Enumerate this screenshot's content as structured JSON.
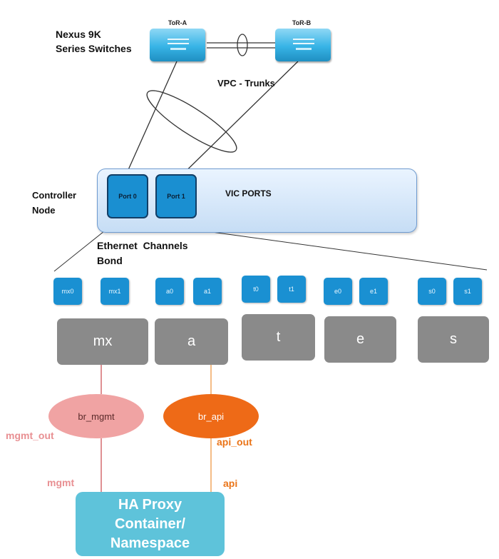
{
  "switch_group_label": [
    "Nexus 9K",
    "Series Switches"
  ],
  "switches": [
    {
      "name": "ToR-A"
    },
    {
      "name": "ToR-B"
    }
  ],
  "vpc_label": "VPC - Trunks",
  "controller_label": [
    "Controller",
    "Node"
  ],
  "controller": {
    "title": "VIC PORTS",
    "ports": [
      "Port 0",
      "Port 1"
    ]
  },
  "ether_label": [
    "Ethernet  Channels",
    "Bond"
  ],
  "nics": [
    "mx0",
    "mx1",
    "a0",
    "a1",
    "t0",
    "t1",
    "e0",
    "e1",
    "s0",
    "s1"
  ],
  "bonds": [
    "mx",
    "a",
    "t",
    "e",
    "s"
  ],
  "bridges": {
    "mgmt": "br_mgmt",
    "api": "br_api"
  },
  "veth": {
    "mgmt_out": "mgmt_out",
    "api_out": "api_out",
    "mgmt": "mgmt",
    "api": "api"
  },
  "haproxy": [
    "HA Proxy",
    "Container/",
    "Namespace"
  ],
  "colors": {
    "switch_blue": "#37b4e6",
    "port_blue": "#1a90d2",
    "bond_gray": "#8a8a8a",
    "mgmt_pink": "#f0a3a3",
    "api_orange": "#ee6a17",
    "haproxy_teal": "#5ec3da"
  }
}
